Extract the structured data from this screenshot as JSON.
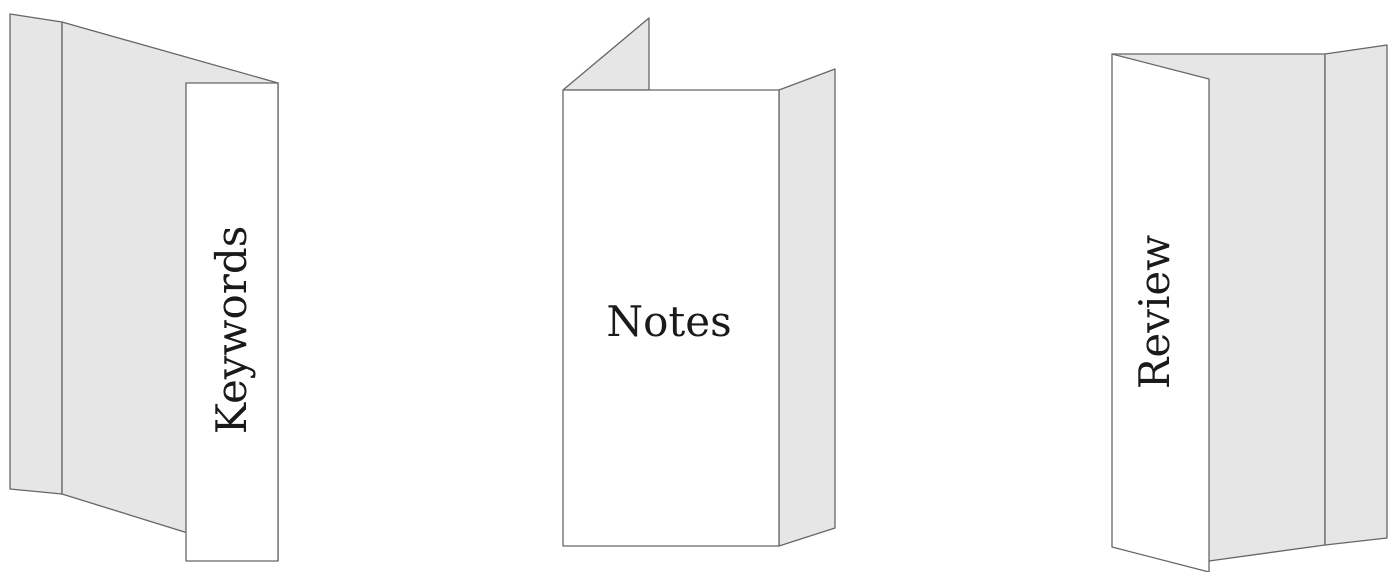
{
  "folds": [
    {
      "label": "Keywords"
    },
    {
      "label": "Notes"
    },
    {
      "label": "Review"
    }
  ],
  "colors": {
    "panel_shaded": "#e6e6e6",
    "panel_white": "#ffffff",
    "outline": "#666666",
    "text": "#1a1a1a"
  }
}
